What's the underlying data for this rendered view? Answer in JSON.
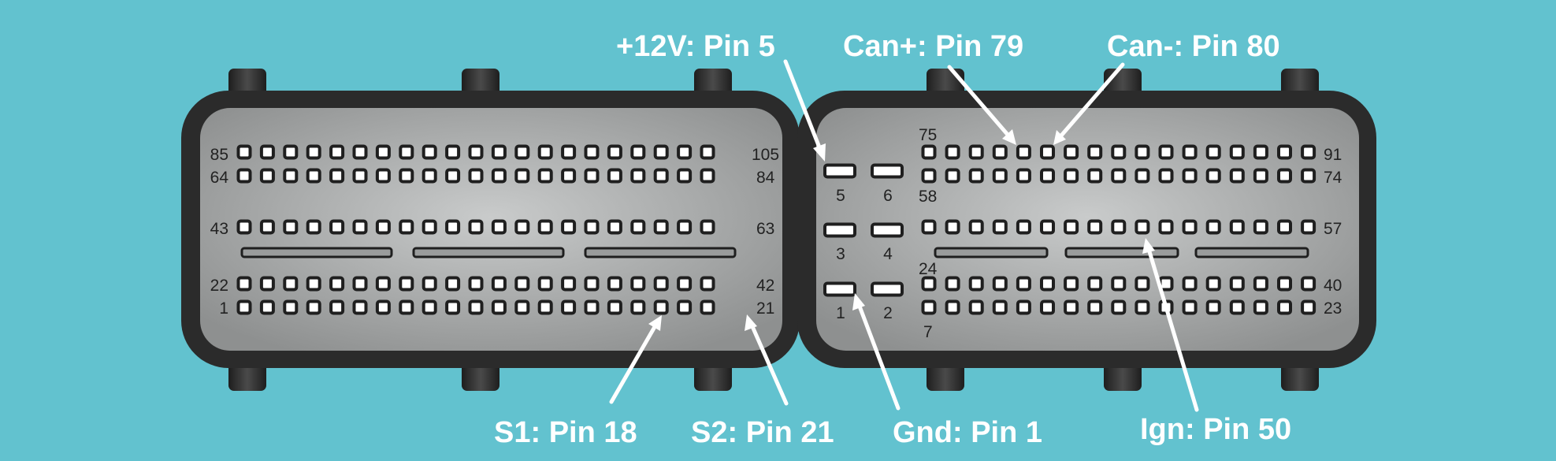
{
  "diagram": {
    "colors": {
      "background": "#62c2cf",
      "housing": "#2b2b2b",
      "face_light": "#c9cbcb",
      "face_dark": "#8e9090",
      "pin_fill": "#ffffff",
      "pin_stroke": "#1f1f1f",
      "callout": "#ffffff"
    },
    "left_block": {
      "row_labels": {
        "r1_left": "85",
        "r1_right": "105",
        "r2_left": "64",
        "r2_right": "84",
        "r3_left": "43",
        "r3_right": "63",
        "r4_left": "22",
        "r4_right": "42",
        "r5_left": "1",
        "r5_right": "21"
      },
      "pins_per_row": 21
    },
    "power_block": {
      "pin_labels": [
        "5",
        "6",
        "3",
        "4",
        "1",
        "2"
      ]
    },
    "right_block": {
      "labels": {
        "top": "75",
        "r1_right": "91",
        "r2_left": "58",
        "r2_right": "74",
        "r3_right": "57",
        "r3_below": "24",
        "r4_right": "40",
        "r5_right": "23",
        "bottom": "7"
      },
      "pins_per_row": 17
    },
    "callouts": {
      "plus12v": "+12V: Pin 5",
      "canplus": "Can+: Pin 79",
      "canminus": "Can-: Pin 80",
      "s1": "S1: Pin 18",
      "s2": "S2: Pin 21",
      "gnd": "Gnd: Pin 1",
      "ign": "Ign: Pin 50"
    }
  }
}
